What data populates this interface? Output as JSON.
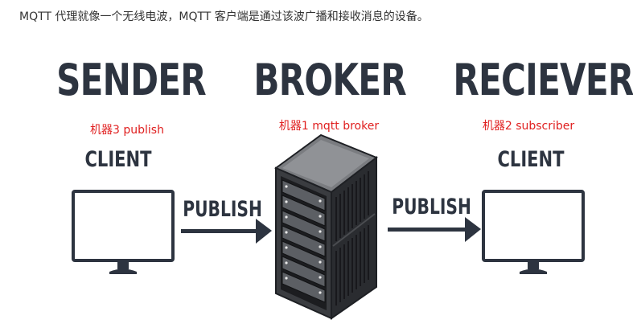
{
  "caption": "MQTT 代理就像一个无线电波，MQTT 客户端是通过该波广播和接收消息的设备。",
  "sender": {
    "heading": "SENDER",
    "machine_label": "机器3 publish",
    "client_label": "CLIENT"
  },
  "broker": {
    "heading": "BROKER",
    "machine_label": "机器1 mqtt broker"
  },
  "receiver": {
    "heading": "RECIEVER",
    "machine_label": "机器2 subscriber",
    "client_label": "CLIENT"
  },
  "arrows": {
    "left_label": "PUBLISH",
    "right_label": "PUBLISH"
  },
  "colors": {
    "ink": "#2d3440",
    "annotation": "#e02020"
  },
  "icons": [
    "monitor-icon",
    "server-rack-icon",
    "arrow-right-icon"
  ]
}
